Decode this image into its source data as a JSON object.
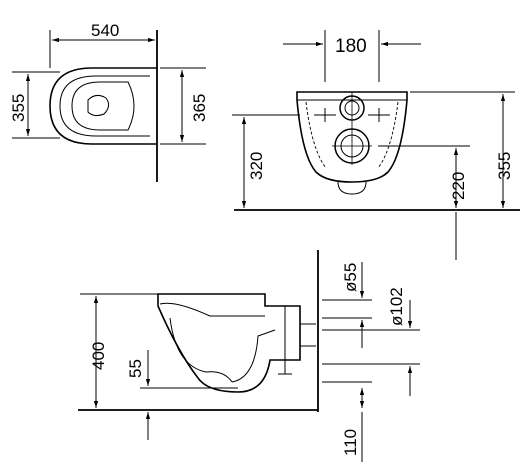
{
  "top_view": {
    "width_label": "540",
    "depth_left_label": "355",
    "depth_right_label": "365"
  },
  "front_view": {
    "fixing_spacing_label": "180",
    "fixing_height_label": "320",
    "outlet_height_label": "220",
    "total_height_label": "355"
  },
  "side_view": {
    "rim_height_label": "400",
    "outlet_height_label": "55",
    "small_pipe_dia_label": "ø55",
    "large_pipe_dia_label": "ø102",
    "floor_height_label": "110"
  }
}
